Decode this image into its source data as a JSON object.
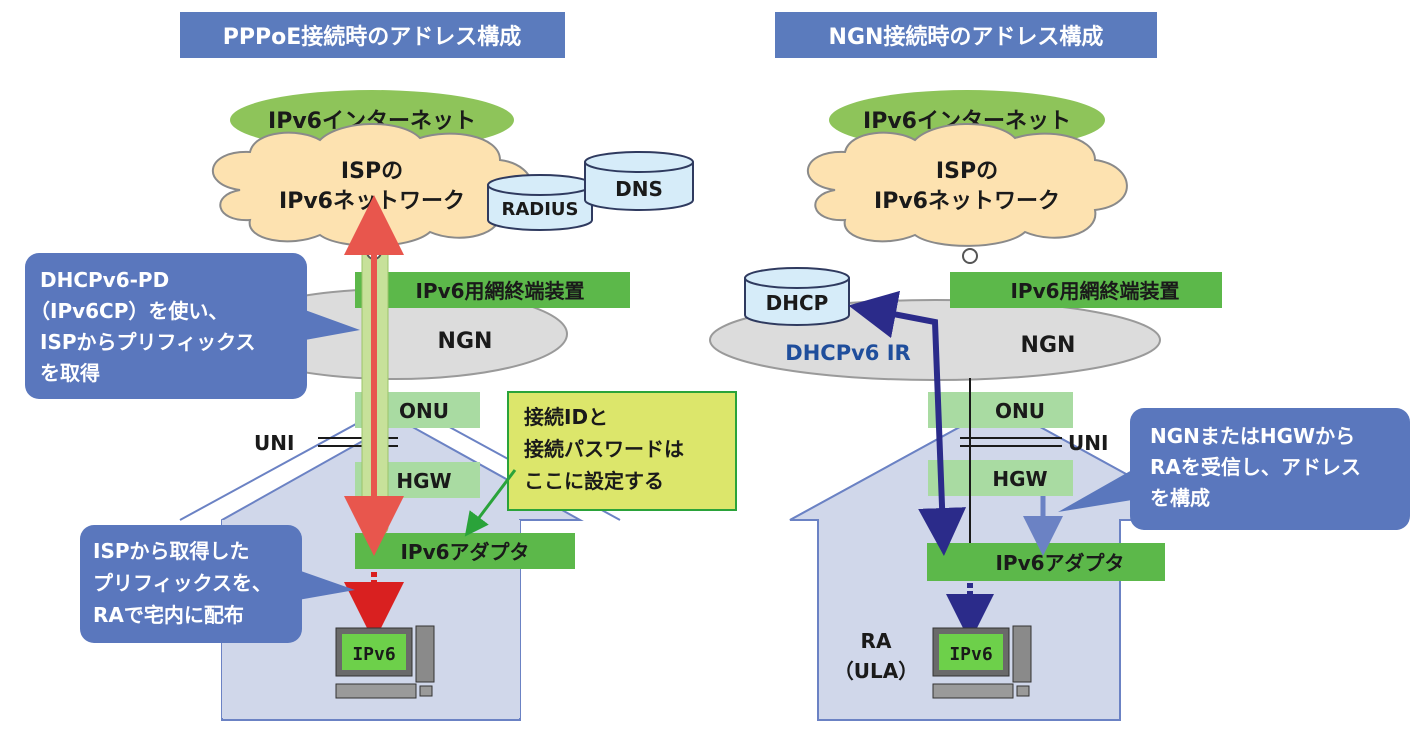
{
  "colors": {
    "title_bg": "#5b7bbd",
    "cloud_fill": "#fde2b0",
    "cloud_stroke": "#8a8a8a",
    "internet_fill": "#8ec45a",
    "db_fill": "#d6ecf9",
    "ngn_fill": "#dcdcdc",
    "green_box": "#5cb84a",
    "pale_green": "#a9dba2",
    "house_fill": "#d0d7ea",
    "house_stroke": "#6b82c4",
    "callout_fill": "#5a77bd",
    "yellow_note": "#dce66b",
    "red_arrow": "#e8564d",
    "red_dashed": "#d92020",
    "navy_arrow": "#2b2b8a"
  },
  "left": {
    "title": "PPPoE接続時のアドレス構成",
    "internet_label": "IPv6インターネット",
    "cloud_line1": "ISPの",
    "cloud_line2": "IPv6ネットワーク",
    "db_radius": "RADIUS",
    "db_dns": "DNS",
    "termination_label": "IPv6用網終端装置",
    "ngn_label": "NGN",
    "onu_label": "ONU",
    "hgw_label": "HGW",
    "uni_label": "UNI",
    "adapter_label": "IPv6アダプタ",
    "pc_screen_label": "IPv6",
    "callout_pd": [
      "DHCPv6-PD",
      "（IPv6CP）を使い、",
      "ISPからプリフィックス",
      "を取得"
    ],
    "callout_ra": [
      "ISPから取得した",
      "プリフィックスを、",
      "RAで宅内に配布"
    ],
    "note_lines": [
      "接続IDと",
      "接続パスワードは",
      "ここに設定する"
    ]
  },
  "right": {
    "title": "NGN接続時のアドレス構成",
    "internet_label": "IPv6インターネット",
    "cloud_line1": "ISPの",
    "cloud_line2": "IPv6ネットワーク",
    "db_dhcp": "DHCP",
    "dhcp_ir_label": "DHCPv6 IR",
    "termination_label": "IPv6用網終端装置",
    "ngn_label": "NGN",
    "onu_label": "ONU",
    "hgw_label": "HGW",
    "uni_label": "UNI",
    "adapter_label": "IPv6アダプタ",
    "pc_screen_label": "IPv6",
    "ra_line1": "RA",
    "ra_line2": "（ULA）",
    "callout_lines": [
      "NGNまたはHGWから",
      "RAを受信し、アドレス",
      "を構成"
    ]
  }
}
